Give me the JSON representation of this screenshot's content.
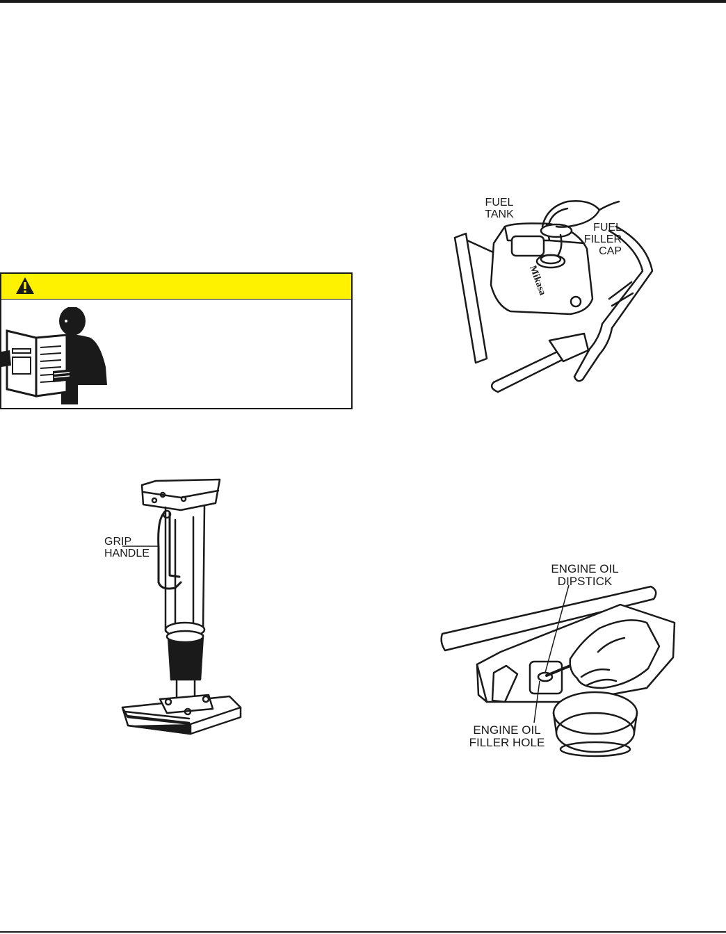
{
  "labels": {
    "fuel_tank": [
      "FUEL",
      "TANK"
    ],
    "fuel_filler_cap": [
      "FUEL",
      "FILLER",
      "CAP"
    ],
    "grip_handle": [
      "GRIP",
      "HANDLE"
    ],
    "engine_oil_dipstick": [
      "ENGINE OIL",
      "DIPSTICK"
    ],
    "engine_oil_filler_hole": [
      "ENGINE OIL",
      "FILLER HOLE"
    ],
    "tank_brand": "Mikasa"
  },
  "warning": {
    "banner_color": "#fff200",
    "icon": "warning-triangle-icon",
    "pictogram": "read-manual-icon"
  },
  "figures": [
    "fuel-tank-figure",
    "grip-handle-figure",
    "engine-oil-figure"
  ]
}
